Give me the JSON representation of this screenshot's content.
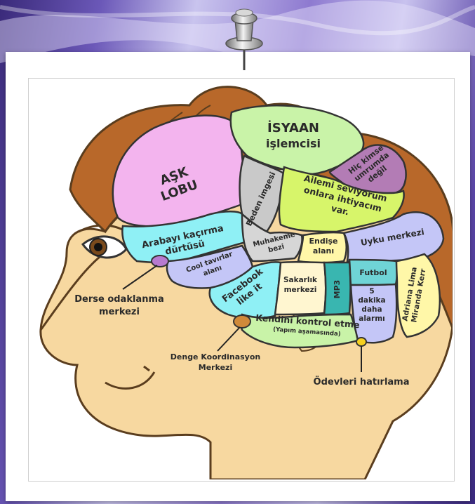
{
  "regions": {
    "ask_lobu": [
      "AŞK",
      "LOBU"
    ],
    "isyaan": [
      "İSYAAN",
      "işlemcisi"
    ],
    "hic_kimse": [
      "Hiç kimse",
      "umrumda",
      "değil"
    ],
    "beden_imgesi": "Beden imgesi",
    "ailemi": [
      "Ailemi seviyorum",
      "onlara ihtiyacım",
      "var."
    ],
    "arabayi": [
      "Arabayı kaçırma",
      "dürtüsü"
    ],
    "muhakeme": [
      "Muhakeme",
      "bezi"
    ],
    "endise": [
      "Endişe",
      "alanı"
    ],
    "uyku": "Uyku merkezi",
    "cool": [
      "Cool tavırlar",
      "alanı"
    ],
    "facebook": [
      "Facebook",
      "like it"
    ],
    "sakarlik": [
      "Sakarlık",
      "merkezi"
    ],
    "mp3": "MP3",
    "futbol": "Futbol",
    "bes_dakika": [
      "5",
      "dakika",
      "daha",
      "alarmı"
    ],
    "adriana": [
      "Adriana Lima",
      "Miranda Kerr"
    ],
    "kendini": [
      "Kendini kontrol etme",
      "(Yapım aşamasında)"
    ]
  },
  "callouts": {
    "derse": [
      "Derse odaklanma",
      "merkezi"
    ],
    "denge": [
      "Denge Koordinasyon",
      "Merkezi"
    ],
    "odevleri": "Ödevleri hatırlama"
  },
  "colors": {
    "ask": "#f3b4ee",
    "isyaan": "#c9f3a8",
    "hic": "#b37cb5",
    "beden": "#c9c9c9",
    "ailemi": "#d7f56a",
    "arabayi": "#8ff0f5",
    "muhakeme": "#d6d6d6",
    "endise": "#fff7a8",
    "uyku": "#c4c6f7",
    "cool": "#c4c6f7",
    "facebook": "#8ff0f5",
    "sakarlik": "#fff6d0",
    "mp3": "#39b6b0",
    "futbol": "#6fd4d6",
    "bes": "#c4c6f7",
    "adriana": "#fff7a8",
    "kendini": "#c9f3a8",
    "hair": "#b8682a",
    "skin": "#f7d8a0"
  }
}
